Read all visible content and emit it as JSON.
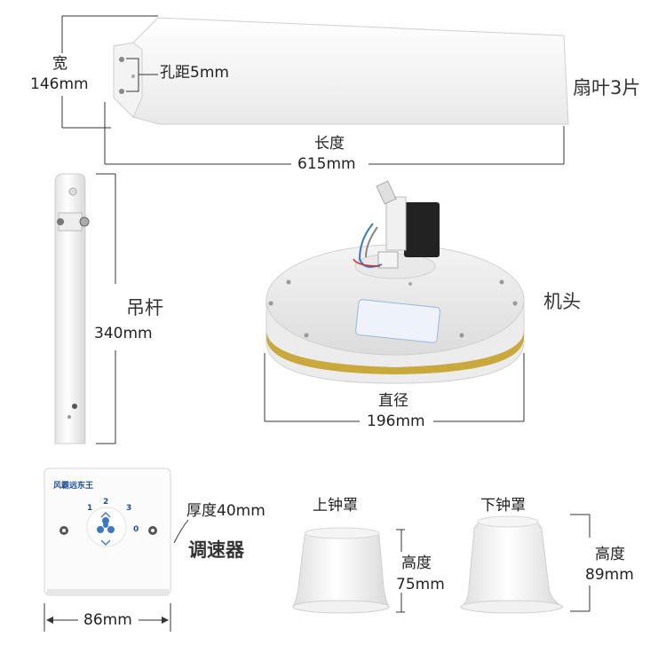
{
  "blade": {
    "width_label": "宽",
    "width_value": "146mm",
    "hole_label": "孔距5mm",
    "length_label": "长度",
    "length_value": "615mm",
    "name": "扇叶3片"
  },
  "rod": {
    "name": "吊杆",
    "length_value": "340mm"
  },
  "motor": {
    "name": "机头",
    "diameter_label": "直径",
    "diameter_value": "196mm"
  },
  "controller": {
    "brand": "风霸远东王",
    "dial_numbers": [
      "1",
      "2",
      "3",
      "0"
    ],
    "thickness": "厚度40mm",
    "name": "调速器",
    "width_value": "86mm"
  },
  "upper_cover": {
    "name": "上钟罩",
    "height_label": "高度",
    "height_value": "75mm"
  },
  "lower_cover": {
    "name": "下钟罩",
    "height_label": "高度",
    "height_value": "89mm"
  },
  "colors": {
    "product": "#f6f6f6",
    "outline": "#c8c8c8",
    "gold_band": "#c9a93c",
    "blue_icon": "#3a78c8"
  }
}
